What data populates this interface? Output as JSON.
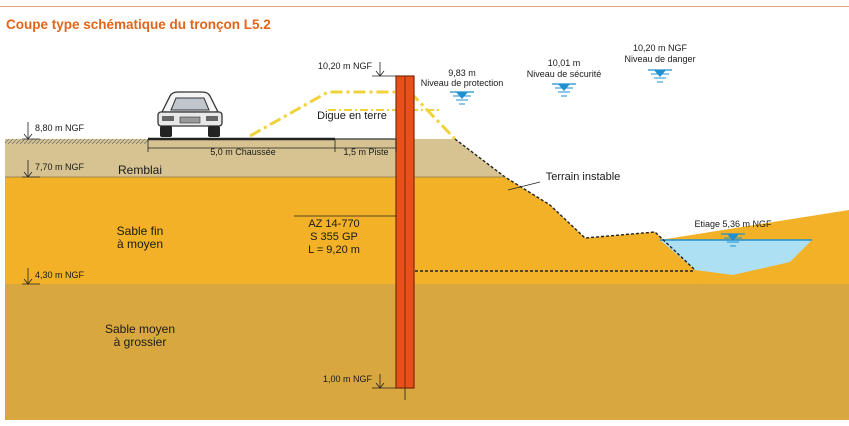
{
  "title": "Coupe type schématique du tronçon L5.2",
  "levels": {
    "top_pile": "10,20 m NGF",
    "road": "8,80 m NGF",
    "remblai_base": "7,70 m NGF",
    "sable_fin_base": "4,30 m NGF",
    "pile_toe": "1,00 m NGF"
  },
  "layers": {
    "remblai": "Remblai",
    "sable_fin": [
      "Sable fin",
      "à moyen"
    ],
    "sable_moyen": [
      "Sable moyen",
      "à grossier"
    ]
  },
  "dimensions": {
    "chaussee": "5,0 m Chaussée",
    "piste": "1,5 m Piste"
  },
  "labels": {
    "digue": "Digue en terre",
    "terrain": "Terrain instable"
  },
  "sheet_pile": [
    "AZ 14-770",
    "S 355 GP",
    "L = 9,20 m"
  ],
  "water_levels": [
    {
      "value": "9,83 m",
      "name": "Niveau de protection"
    },
    {
      "value": "10,01 m",
      "name": "Niveau de sécurité"
    },
    {
      "value": "10,20 m NGF",
      "name": "Niveau de danger"
    }
  ],
  "etiage": "Etiage 5,36 m NGF",
  "colors": {
    "title": "#e0651a",
    "sheet_pile": "#e8501a",
    "remblai": "#d6c391",
    "sable_fin": "#f2b126",
    "sable_moyen": "#d8a73f",
    "water": "#aee0f3",
    "water_line": "#1f8fd0",
    "digue_outline": "#f0d23a"
  }
}
